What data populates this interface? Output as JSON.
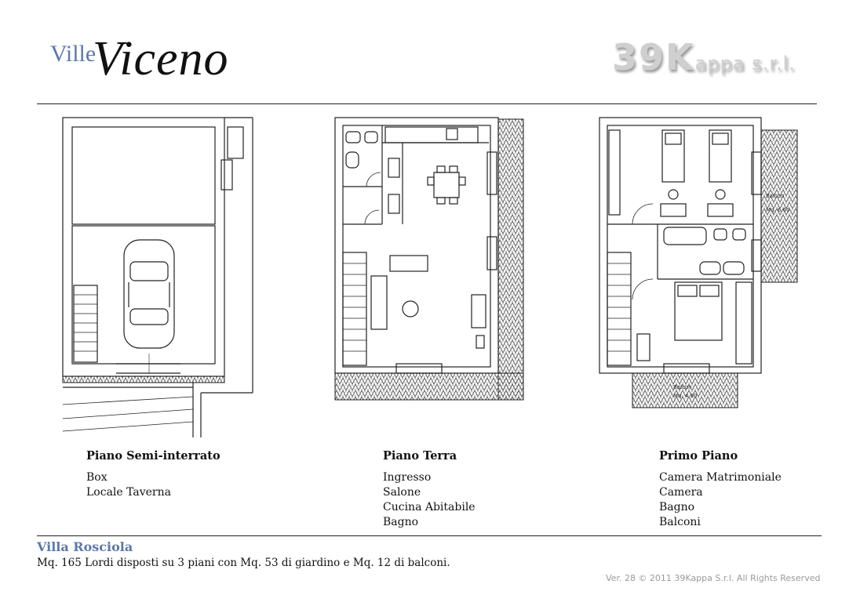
{
  "header": {
    "logo_ville": "Ville",
    "logo_viceno": "Viceno",
    "brand_number": "39K",
    "brand_rest": "appa s.r.l."
  },
  "floors": [
    {
      "title": "Piano Semi-interrato",
      "rooms": [
        "Box",
        "Locale Taverna"
      ]
    },
    {
      "title": "Piano Terra",
      "rooms": [
        "Ingresso",
        "Salone",
        "Cucina Abitabile",
        "Bagno"
      ]
    },
    {
      "title": "Primo Piano",
      "rooms": [
        "Camera Matrimoniale",
        "Camera",
        "Bagno",
        "Balconi"
      ]
    }
  ],
  "plan_labels": {
    "balcony_top": "Balcon\nMq. 6.60",
    "balcony_bottom": "Balcon\nMq. 4.60"
  },
  "footer": {
    "villa_name": "Villa Rosciola",
    "description": "Mq. 165 Lordi disposti su 3 piani con Mq. 53 di giardino e Mq. 12 di balconi.",
    "copyright": "Ver. 28 © 2011 39Kappa S.r.l. All Rights Reserved"
  },
  "colors": {
    "accent": "#5b79ad",
    "brand_gray": "#cfcfcf",
    "copyright_gray": "#9a9a9a"
  }
}
